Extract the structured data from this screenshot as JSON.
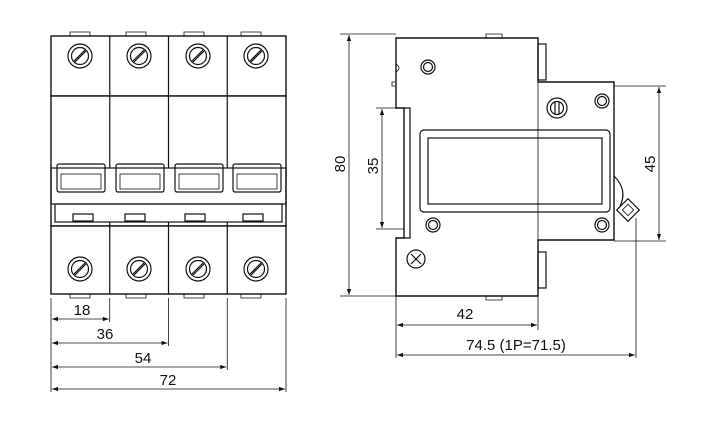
{
  "front_view": {
    "width_dims": [
      "18",
      "36",
      "54",
      "72"
    ]
  },
  "side_view": {
    "height_dim": "80",
    "rail_dim": "35",
    "window_dim": "45",
    "depth_dim": "42",
    "total_depth_dim": "74.5 (1P=71.5)"
  }
}
